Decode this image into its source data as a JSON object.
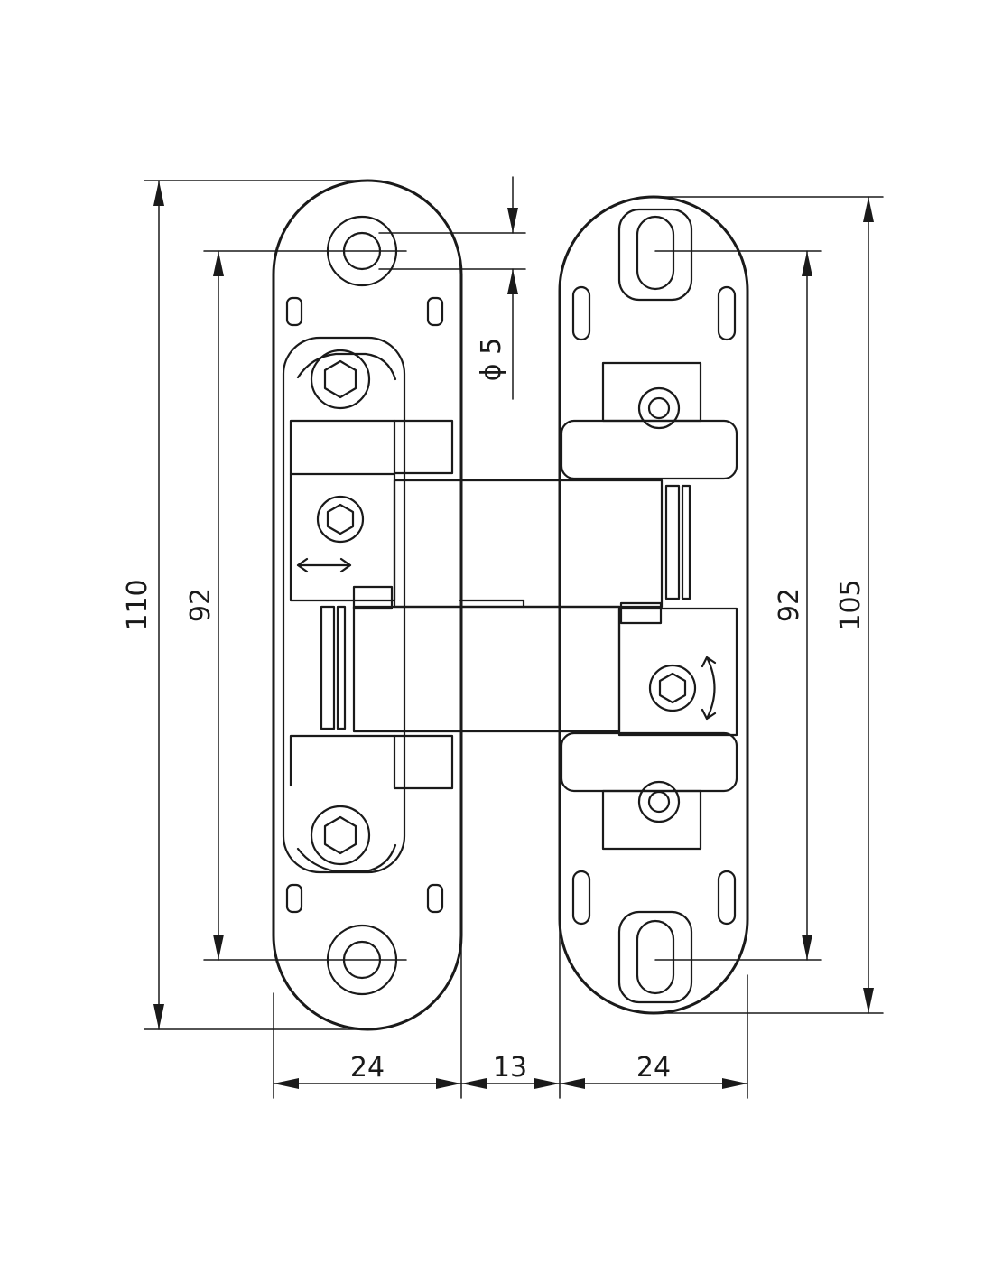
{
  "drawing": {
    "dimensions": {
      "overall_height_left": "110",
      "hole_spacing_left": "92",
      "hole_spacing_right": "92",
      "overall_height_right": "105",
      "hole_diameter": "ϕ 5",
      "width_left": "24",
      "gap": "13",
      "width_right": "24"
    }
  }
}
